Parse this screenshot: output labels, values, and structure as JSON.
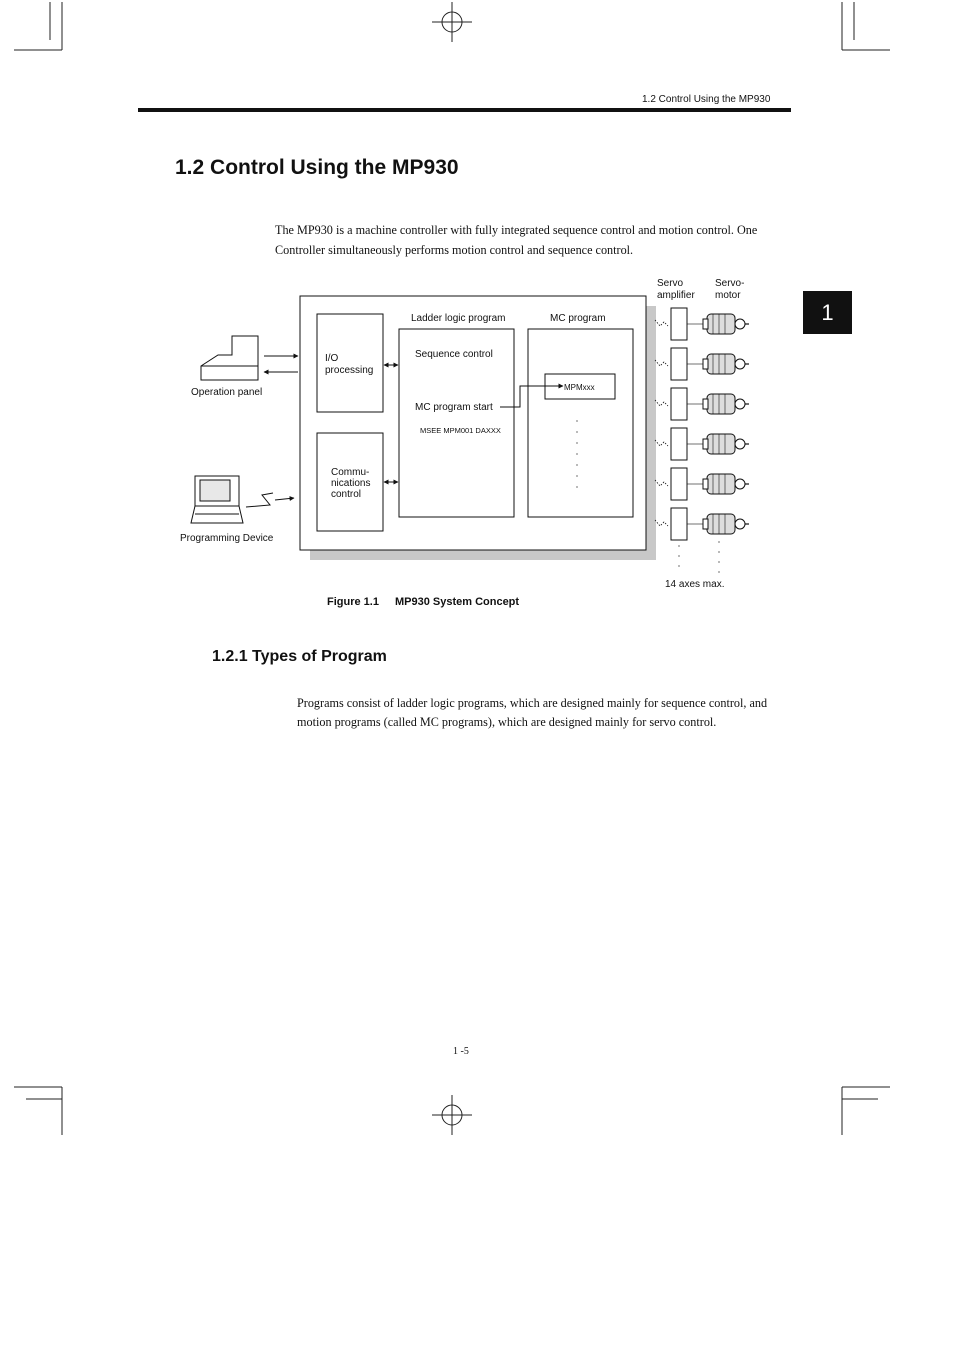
{
  "header": {
    "running_title": "1.2  Control Using the MP930",
    "chapter_tab": "1"
  },
  "section": {
    "title": "1.2  Control Using the MP930",
    "intro": "The MP930 is a machine controller with fully integrated sequence control and motion control. One Controller simultaneously performs motion control and sequence control."
  },
  "figure": {
    "labels": {
      "servo_amplifier": [
        "Servo",
        "amplifier"
      ],
      "servo_motor": [
        "Servo-",
        "motor"
      ],
      "ladder_logic_program": "Ladder logic program",
      "mc_program": "MC program",
      "io_processing": [
        "I/O",
        "processing"
      ],
      "sequence_control": "Sequence control",
      "operation_panel": "Operation panel",
      "mpmxxx": "MPMxxx",
      "mc_program_start": "MC program start",
      "code": "MSEE MPM001 DAXXX",
      "communications_control": [
        "Commu-",
        "nications",
        "control"
      ],
      "programming_device": "Programming Device",
      "axes_max": "14 axes max."
    },
    "caption_number": "Figure 1.1",
    "caption_title": "MP930 System Concept"
  },
  "subsection": {
    "title": "1.2.1  Types of Program",
    "body": "Programs consist of ladder logic programs, which are designed mainly for sequence control, and motion programs (called MC programs), which are designed mainly for servo control."
  },
  "footer": {
    "page_number": "1 -5"
  }
}
